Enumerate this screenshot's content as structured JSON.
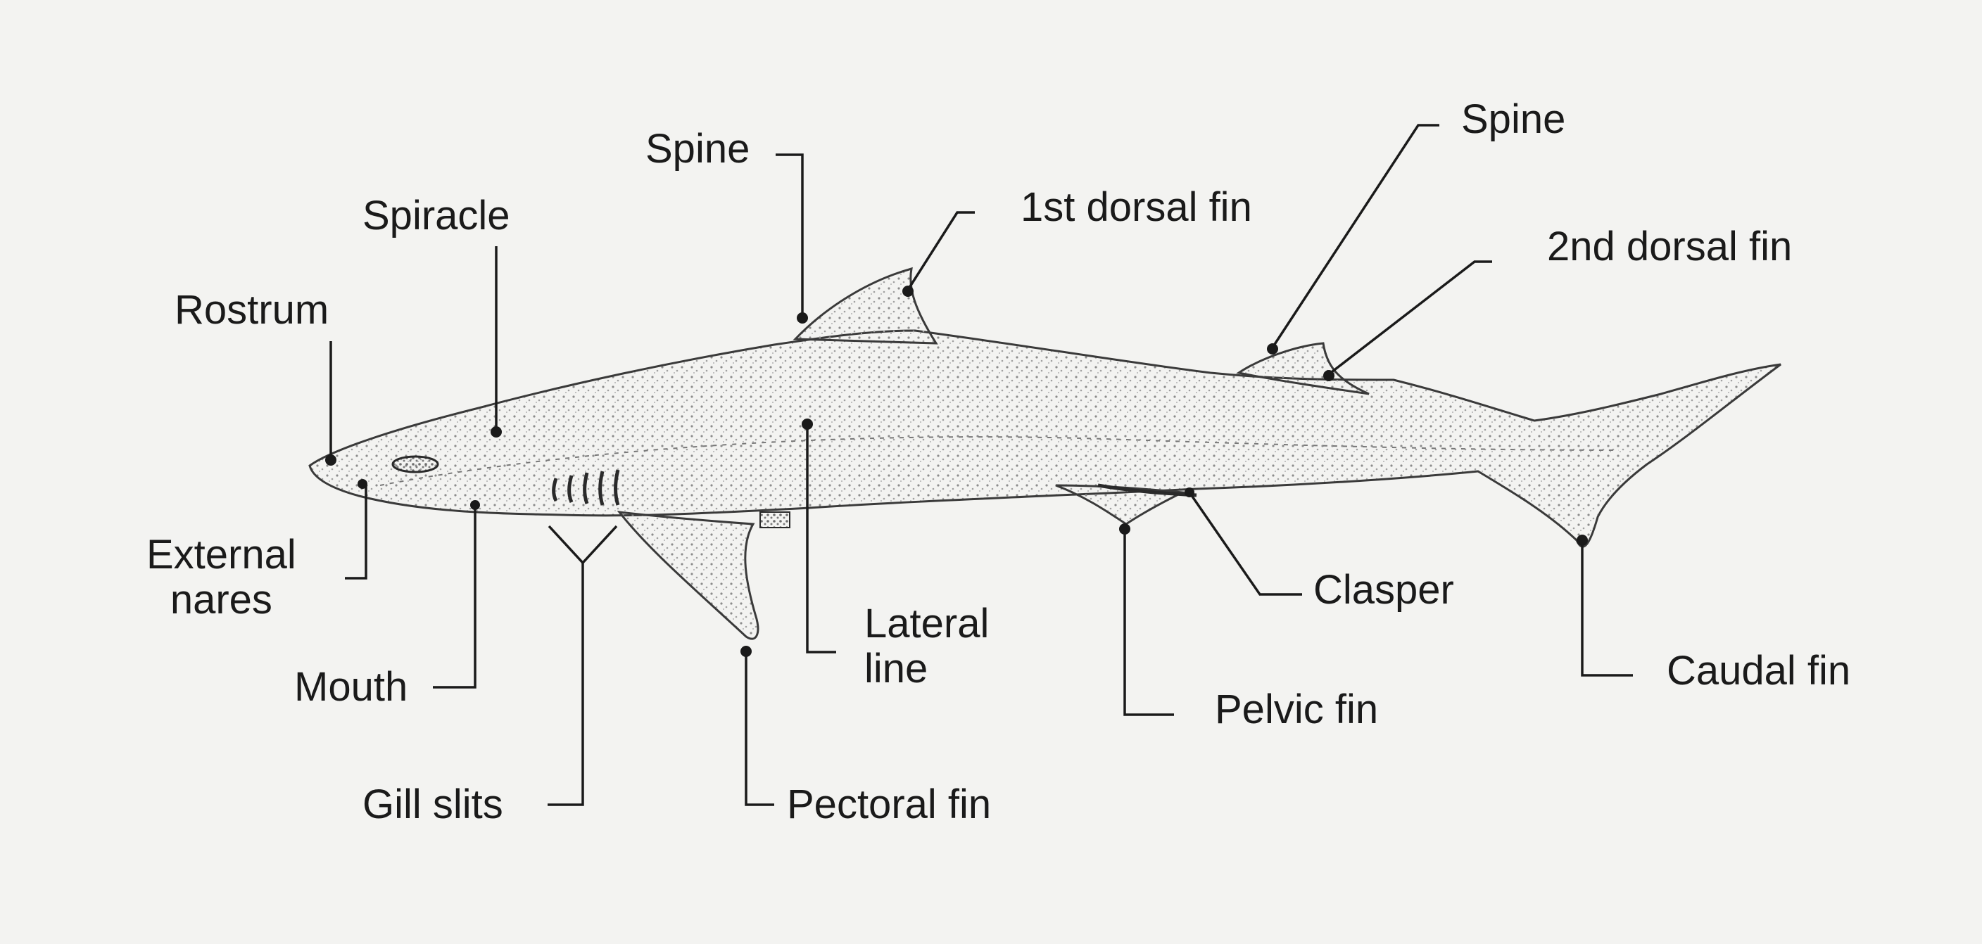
{
  "labels": {
    "rostrum": "Rostrum",
    "spiracle": "Spiracle",
    "spine_front": "Spine",
    "first_dorsal_fin": "1st dorsal fin",
    "spine_rear": "Spine",
    "second_dorsal_fin": "2nd dorsal fin",
    "external_nares_line1": "External",
    "external_nares_line2": "nares",
    "mouth": "Mouth",
    "gill_slits": "Gill slits",
    "pectoral_fin": "Pectoral fin",
    "lateral_line_line1": "Lateral",
    "lateral_line_line2": "line",
    "pelvic_fin": "Pelvic fin",
    "clasper": "Clasper",
    "caudal_fin": "Caudal fin"
  },
  "colors": {
    "background": "#f3f3f1",
    "ink": "#1a1a1a",
    "stipple": "#9a9a9a"
  }
}
